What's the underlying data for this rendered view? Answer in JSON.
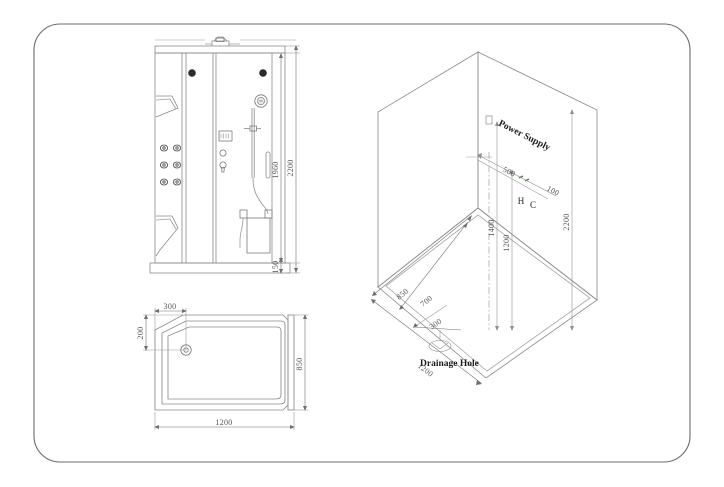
{
  "drawing": {
    "title": "Shower Cabin Technical Drawing",
    "frame": {
      "border_color": "#6b6b6b"
    },
    "line_color": "#7a7a7a",
    "dim_color": "#555555",
    "text_color": "#1a1a1a"
  },
  "front_elevation": {
    "name": "front-elevation-view",
    "dimensions": {
      "inner_height": "1960",
      "total_height": "2200",
      "base_height": "150"
    }
  },
  "plan_view": {
    "name": "plan-view",
    "dimensions": {
      "chamfer_x": "300",
      "chamfer_y": "200",
      "depth": "850",
      "width": "1200"
    }
  },
  "isometric_view": {
    "name": "isometric-view",
    "labels": {
      "power_supply": "Power Supply",
      "drainage_hole": "Drainage Hole",
      "hot": "H",
      "cold": "C"
    },
    "dimensions": {
      "inlet_offset": "500",
      "hc_spacing": "100",
      "power_height": "1400",
      "inlet_height": "1200",
      "total_height": "2200",
      "base_depth": "850",
      "drain_offset_depth": "700",
      "drain_offset_width": "300",
      "base_width": "1200"
    }
  }
}
